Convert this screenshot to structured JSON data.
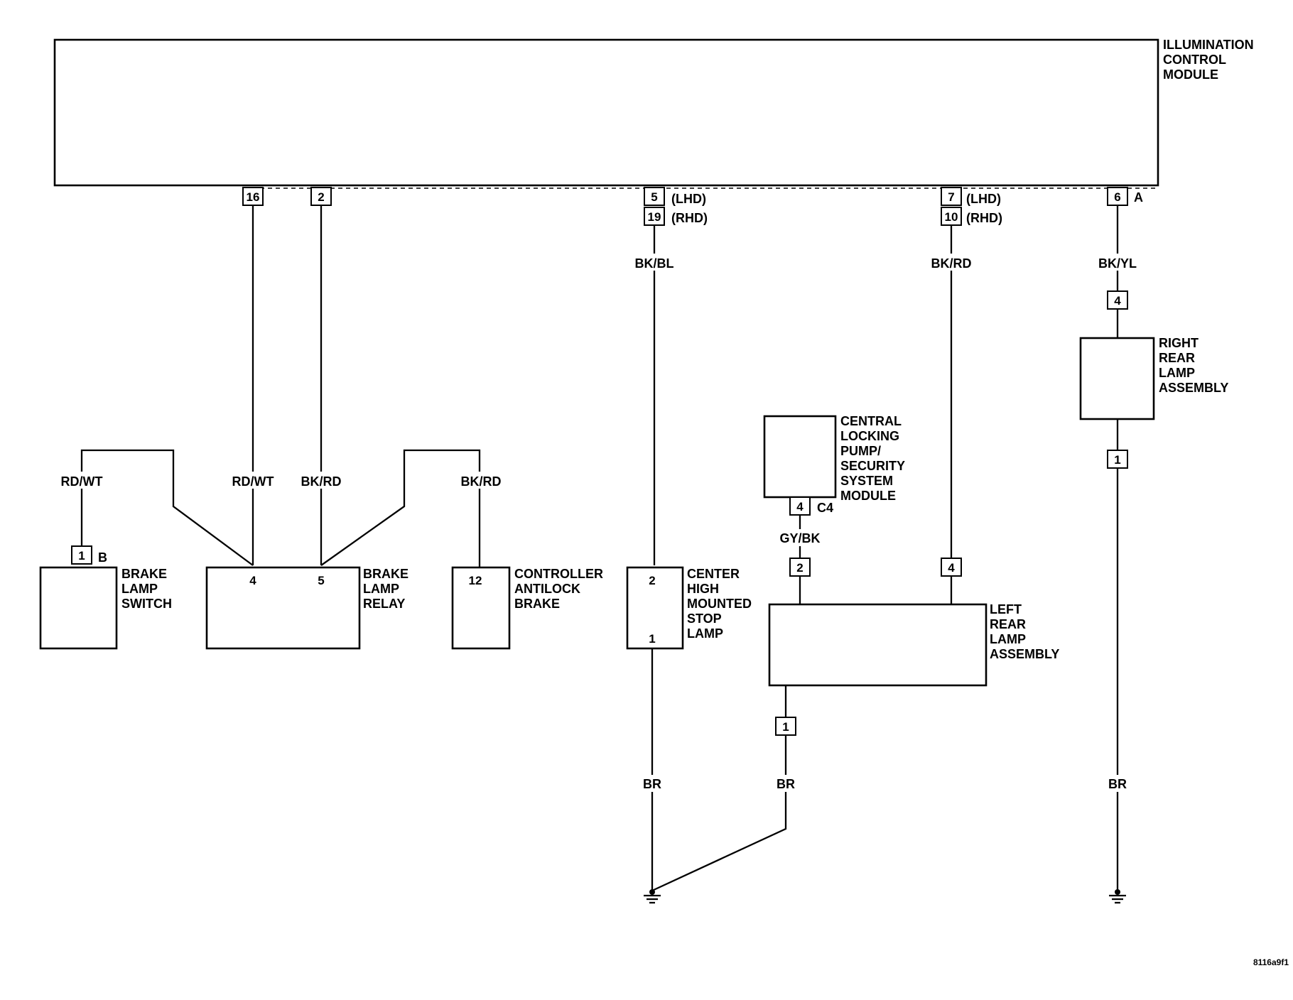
{
  "modules": {
    "icm": [
      "ILLUMINATION",
      "CONTROL",
      "MODULE"
    ],
    "brake_switch": [
      "BRAKE",
      "LAMP",
      "SWITCH"
    ],
    "brake_relay": [
      "BRAKE",
      "LAMP",
      "RELAY"
    ],
    "cab": [
      "CONTROLLER",
      "ANTILOCK",
      "BRAKE"
    ],
    "chmsl": [
      "CENTER",
      "HIGH",
      "MOUNTED",
      "STOP",
      "LAMP"
    ],
    "security": [
      "CENTRAL",
      "LOCKING",
      "PUMP/",
      "SECURITY",
      "SYSTEM",
      "MODULE"
    ],
    "left_rear": [
      "LEFT",
      "REAR",
      "LAMP",
      "ASSEMBLY"
    ],
    "right_rear": [
      "RIGHT",
      "REAR",
      "LAMP",
      "ASSEMBLY"
    ]
  },
  "pins": {
    "icm_16": "16",
    "icm_2": "2",
    "icm_5": "5",
    "icm_19": "19",
    "icm_7": "7",
    "icm_10": "10",
    "icm_6": "6",
    "switch_1": "1",
    "relay_4": "4",
    "relay_5": "5",
    "cab_12": "12",
    "chmsl_2": "2",
    "chmsl_1": "1",
    "sec_4": "4",
    "left_2": "2",
    "left_4": "4",
    "left_1": "1",
    "right_4": "4",
    "right_1": "1"
  },
  "connectors": {
    "icm_a": "A",
    "switch_b": "B",
    "sec_c4": "C4"
  },
  "drive_notes": {
    "lhd_5": "(LHD)",
    "rhd_19": "(RHD)",
    "lhd_7": "(LHD)",
    "rhd_10": "(RHD)"
  },
  "wires": {
    "bk_bl": "BK/BL",
    "bk_rd_left": "BK/RD",
    "bk_yl": "BK/YL",
    "rd_wt_switch": "RD/WT",
    "rd_wt_relay": "RD/WT",
    "bk_rd_relay": "BK/RD",
    "bk_rd_cab": "BK/RD",
    "gy_bk": "GY/BK",
    "br_chmsl": "BR",
    "br_left": "BR",
    "br_right": "BR"
  },
  "figure_code": "8116a9f1"
}
